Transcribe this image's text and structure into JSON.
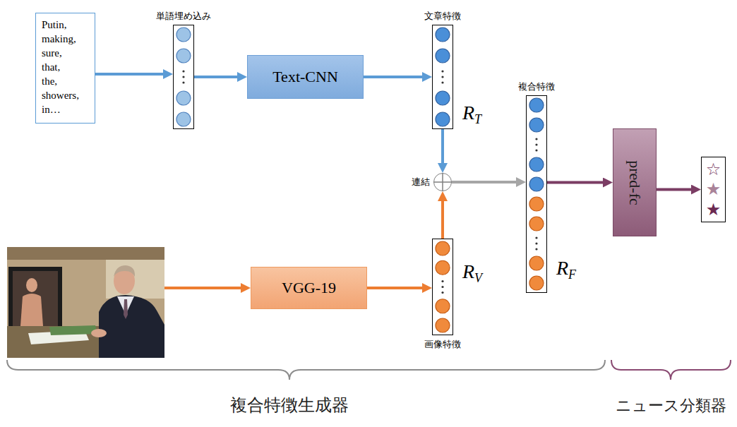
{
  "diagram": {
    "nodes": [
      {
        "text": [
          "Putin, making, sure, that, the, showers, in…"
        ]
      },
      {
        "text": [
          "単語埋め込み"
        ]
      },
      {
        "text": [
          "Text-CNN"
        ]
      },
      {
        "text": [
          "文章特徴",
          "RT"
        ]
      },
      {
        "text": [
          "連結"
        ]
      },
      {
        "text": [
          "複合特徴",
          "RF"
        ]
      },
      {
        "text": [
          "pred-fc"
        ]
      },
      {
        "text": [
          "☆",
          "★",
          "★"
        ]
      },
      {
        "text": [
          "VGG-19"
        ]
      },
      {
        "text": [
          "RV",
          "画像特徴"
        ]
      }
    ],
    "edges": [
      {
        "from": 0,
        "to": 1,
        "arrow": "to"
      },
      {
        "from": 1,
        "to": 2,
        "arrow": "to"
      },
      {
        "from": 2,
        "to": 3,
        "arrow": "to"
      },
      {
        "from": 3,
        "to": 4,
        "arrow": "to"
      },
      {
        "from": 4,
        "to": 5,
        "arrow": "to"
      },
      {
        "from": 5,
        "to": 6,
        "arrow": "to"
      },
      {
        "from": 6,
        "to": 7,
        "arrow": "to"
      },
      {
        "from": 8,
        "to": 9,
        "arrow": "to"
      },
      {
        "from": 9,
        "to": 4,
        "arrow": "to"
      }
    ],
    "labels": [
      "複合特徴生成器",
      "ニュース分類器"
    ]
  }
}
